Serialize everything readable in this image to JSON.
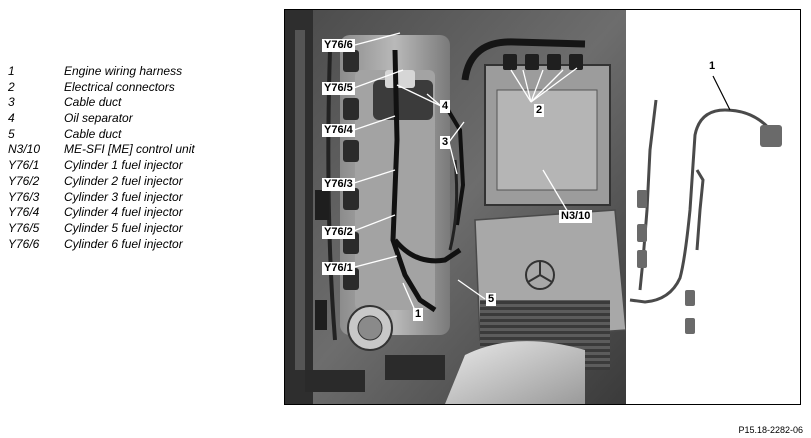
{
  "legend": [
    {
      "code": "1",
      "description": "Engine wiring harness"
    },
    {
      "code": "2",
      "description": "Electrical connectors"
    },
    {
      "code": "3",
      "description": "Cable duct"
    },
    {
      "code": "4",
      "description": "Oil separator"
    },
    {
      "code": "5",
      "description": "Cable duct"
    },
    {
      "code": "N3/10",
      "description": "ME-SFI [ME] control unit"
    },
    {
      "code": "Y76/1",
      "description": "Cylinder 1 fuel injector"
    },
    {
      "code": "Y76/2",
      "description": "Cylinder 2 fuel injector"
    },
    {
      "code": "Y76/3",
      "description": "Cylinder 3 fuel injector"
    },
    {
      "code": "Y76/4",
      "description": "Cylinder 4 fuel injector"
    },
    {
      "code": "Y76/5",
      "description": "Cylinder 5 fuel injector"
    },
    {
      "code": "Y76/6",
      "description": "Cylinder 6 fuel injector"
    }
  ],
  "callouts": {
    "y76_6": "Y76/6",
    "y76_5": "Y76/5",
    "y76_4": "Y76/4",
    "y76_3": "Y76/3",
    "y76_2": "Y76/2",
    "y76_1": "Y76/1",
    "n3_10": "N3/10",
    "c1_photo": "1",
    "c1_harness": "1",
    "c2": "2",
    "c3": "3",
    "c4": "4",
    "c5": "5"
  },
  "figure_id": "P15.18-2282-06"
}
